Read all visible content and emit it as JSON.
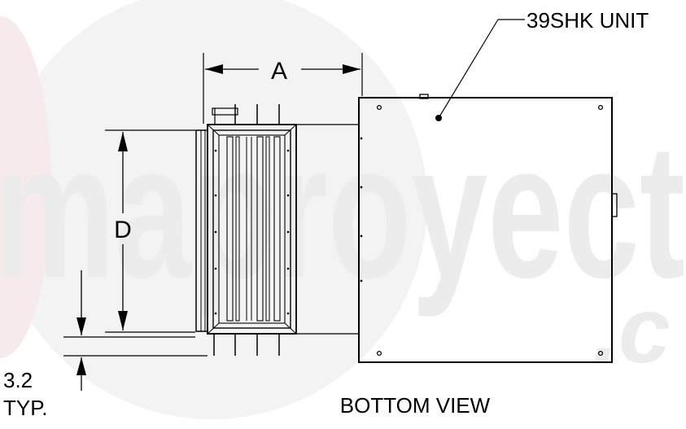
{
  "watermark": {
    "text": "maproyect",
    "suffix": ".c",
    "color": "#ececec",
    "circle_color": "#f3f3f3"
  },
  "labels": {
    "unit_callout": "39SHK UNIT",
    "dim_a": "A",
    "dim_d": "D",
    "dim_typ_value": "3.2",
    "dim_typ_suffix": "TYP.",
    "view_title": "BOTTOM VIEW"
  }
}
